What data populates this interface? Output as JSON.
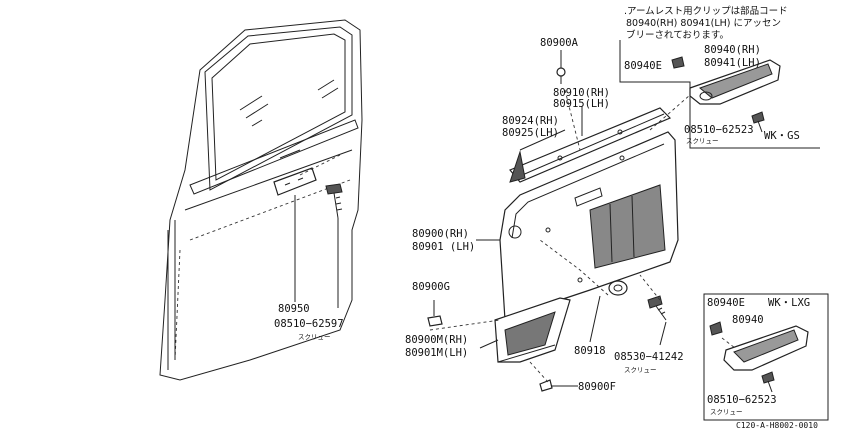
{
  "diagram": {
    "figure_code": "C120-A-H8002-0010",
    "note": {
      "line1": ".アームレスト用クリップは部品コード",
      "line2": "80940(RH) 80941(LH) にアッセン",
      "line3": "ブリーされております。"
    },
    "grade_upper": "WK・GS",
    "grade_lower": "WK・LXG",
    "screw_label": "スクリュー",
    "parts": {
      "p80950": "80950",
      "p08510_62597": "08510−62597",
      "p80900A": "80900A",
      "p80910": "80910(RH)",
      "p80915": "80915(LH)",
      "p80924": "80924(RH)",
      "p80925": "80925(LH)",
      "p80900": "80900(RH)",
      "p80901": "80901 (LH)",
      "p80900G": "80900G",
      "p80900M": "80900M(RH)",
      "p80901M": "80901M(LH)",
      "p80900F": "80900F",
      "p80918": "80918",
      "p08530_41242": "08530−41242",
      "p80940E_top": "80940E",
      "p80940_top": "80940(RH)",
      "p80941_top": "80941(LH)",
      "p08510_62523_top": "08510−62523",
      "p80940E_bottom": "80940E",
      "p80940_bottom": "80940",
      "p08510_62523_bottom": "08510−62523"
    }
  }
}
